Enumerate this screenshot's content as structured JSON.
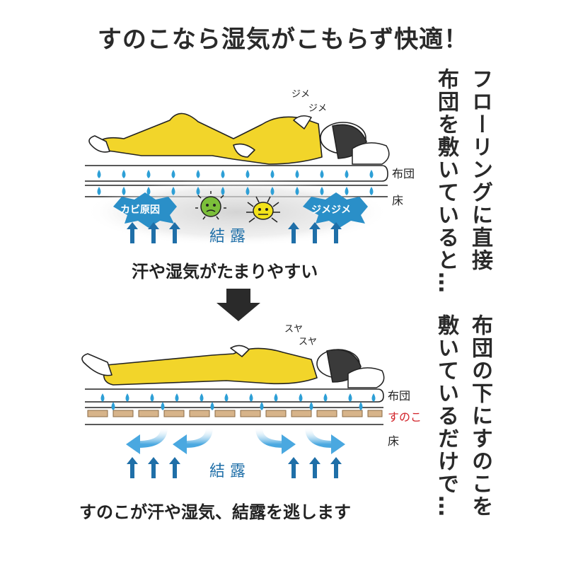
{
  "title": "すのこなら湿気がこもらず快適！",
  "top_section": {
    "side_text": [
      "フローリングに直接",
      "布団を敷いていると…"
    ],
    "snore": [
      "ジメ",
      "ジメ"
    ],
    "futon_label": "布団",
    "floor_label": "床",
    "badge_left": "カビ原因",
    "badge_right": "ジメジメ",
    "condensation_label": "結 露",
    "caption": "汗や湿気がたまりやすい"
  },
  "bottom_section": {
    "side_text": [
      "布団の下にすのこを",
      "敷いているだけで…"
    ],
    "snore": [
      "スヤ",
      "スヤ"
    ],
    "futon_label": "布団",
    "sunoko_label": "すのこ",
    "floor_label": "床",
    "condensation_label": "結 露",
    "caption": "すのこが汗や湿気、結露を逃します"
  },
  "colors": {
    "pajama": "#f2d52a",
    "drop": "#2d9fd6",
    "arrow": "#1f6fa8",
    "badge": "#2a8fc8",
    "slat": "#d7b48a",
    "sunoko_text": "#d2232a"
  }
}
